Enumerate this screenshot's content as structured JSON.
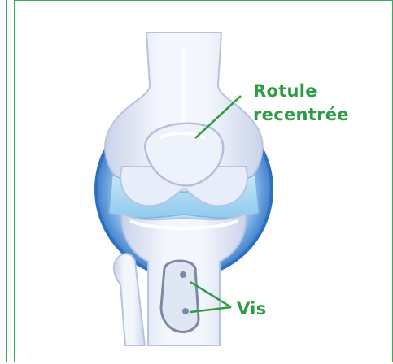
{
  "labels": {
    "kneecap": [
      "Rotule",
      "recentrée"
    ],
    "screws": "Vis"
  },
  "colors": {
    "accent": "#2e9c44",
    "frame": "#3daa57",
    "bone": "#eef2fa",
    "bone_shadow": "#c6d0e8",
    "halo": "#4a86cf",
    "cartilage": "#a9d7f3",
    "screw": "#7c8aa5"
  }
}
